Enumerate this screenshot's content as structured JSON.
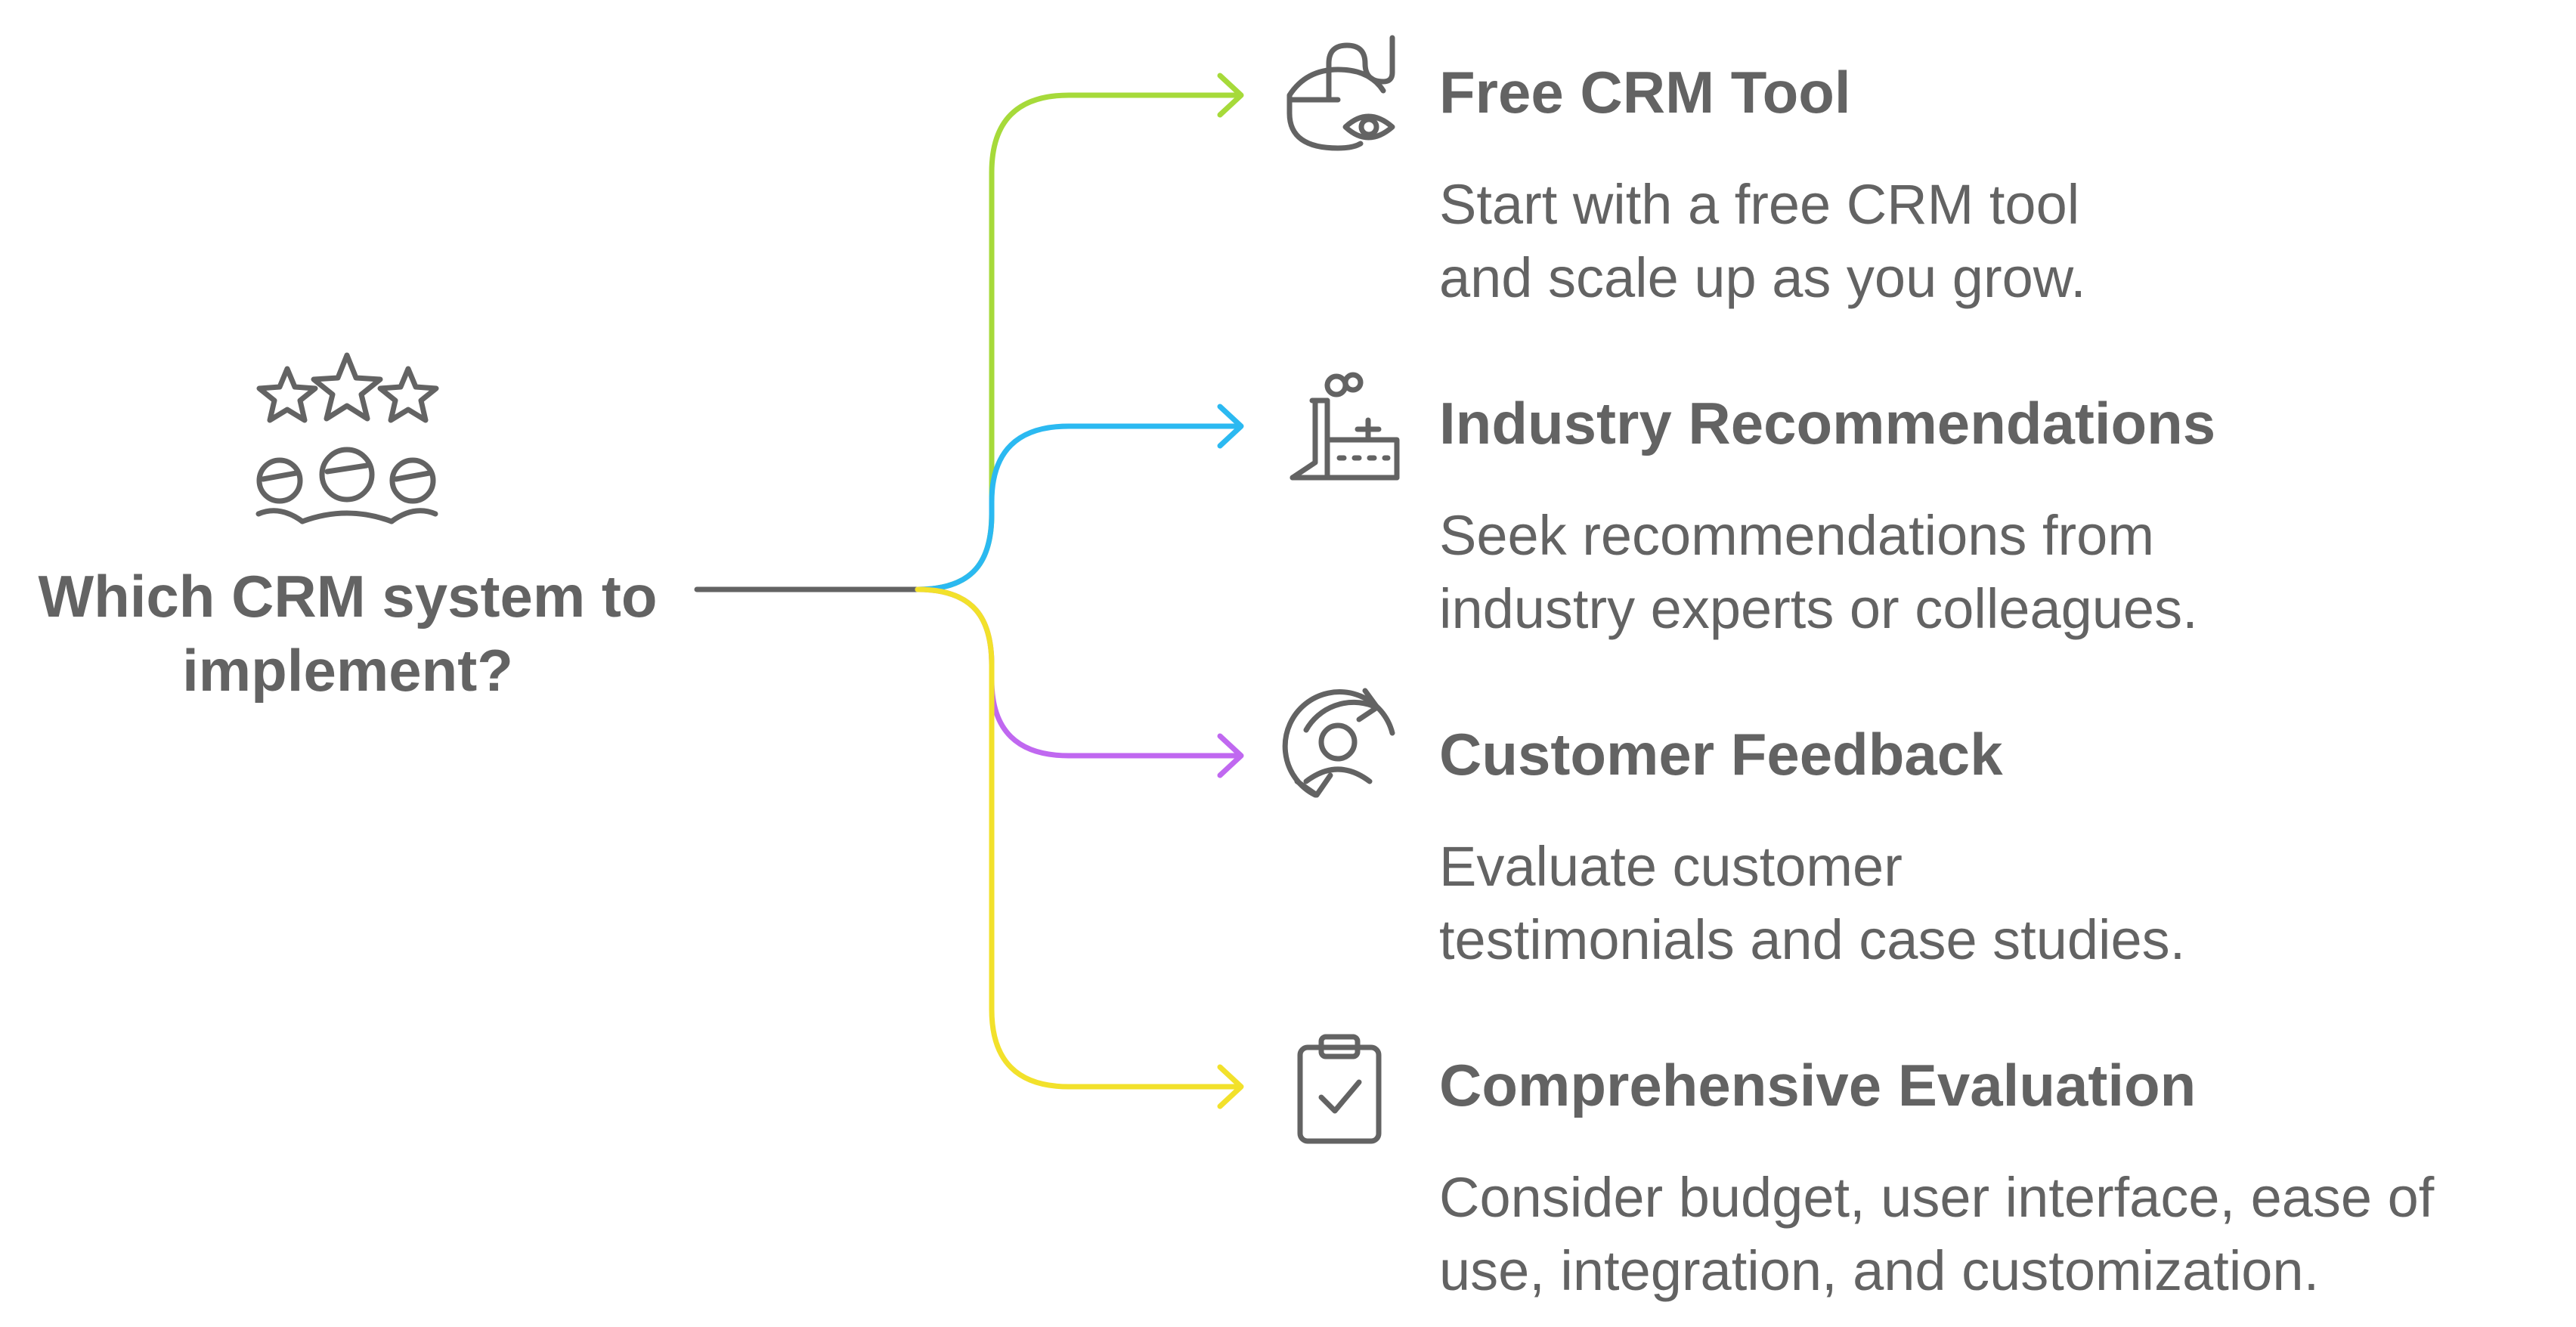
{
  "question": {
    "line1": "Which CRM system to",
    "line2": "implement?"
  },
  "branch_colors": [
    "#A6DA3A",
    "#2BB9F1",
    "#C068F0",
    "#F2E12B"
  ],
  "trunk_color": "#636363",
  "text_color": "#636363",
  "options": [
    {
      "title": "Free CRM Tool",
      "desc_line1": "Start with a free CRM tool",
      "desc_line2": "and scale up as you grow.",
      "icon": "mouse-eye-icon"
    },
    {
      "title": "Industry Recommendations",
      "desc_line1": "Seek recommendations from",
      "desc_line2": "industry experts or colleagues.",
      "icon": "factory-icon"
    },
    {
      "title": "Customer Feedback",
      "desc_line1": "Evaluate customer",
      "desc_line2": "testimonials and case studies.",
      "icon": "user-cycle-icon"
    },
    {
      "title": "Comprehensive Evaluation",
      "desc_line1": "Consider budget, user interface, ease of",
      "desc_line2": "use, integration, and customization.",
      "icon": "clipboard-check-icon"
    }
  ],
  "question_icon": "stars-people-icon"
}
